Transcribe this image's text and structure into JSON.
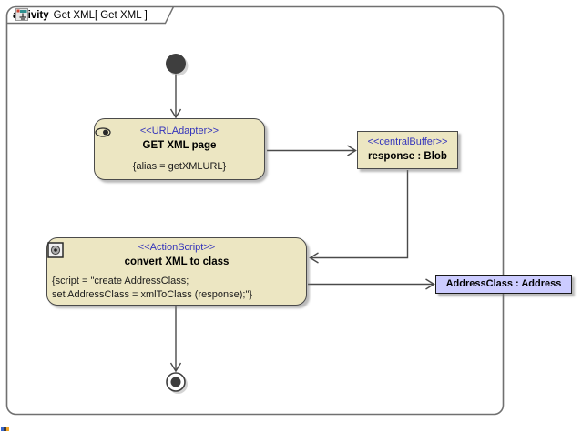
{
  "frame": {
    "keyword": "activity",
    "diagram_name": "Get XML[",
    "diagram_ref": "Get XML",
    "bracket_close": "]"
  },
  "nodes": {
    "get_xml_page": {
      "stereotype": "<<URLAdapter>>",
      "name": "GET XML page",
      "tagged_value": "{alias = getXMLURL}"
    },
    "response_buffer": {
      "stereotype": "<<centralBuffer>>",
      "name": "response : Blob"
    },
    "convert_xml": {
      "stereotype": "<<ActionScript>>",
      "name": "convert XML to class",
      "script_line1": "{script = \"create AddressClass;",
      "script_line2": "set AddressClass = xmlToClass (response);\"}"
    },
    "address_object": {
      "name": "AddressClass : Address"
    }
  },
  "colors": {
    "node_fill": "#ece6c2",
    "node_border": "#4a4a4a",
    "edge_color": "#4a4a4a",
    "stereotype_color": "#3333bb",
    "object_fill": "#ccccff",
    "frame_border": "#707070"
  }
}
